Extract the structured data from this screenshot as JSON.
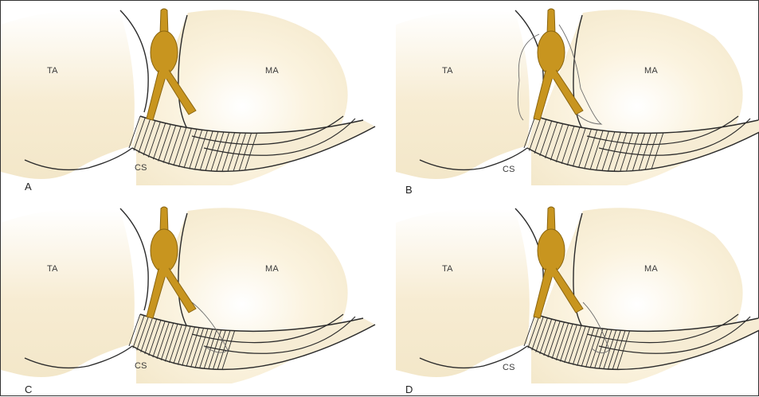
{
  "panels": [
    {
      "letter": "A",
      "region_left": "TA",
      "region_right": "MA",
      "sinus": "CS"
    },
    {
      "letter": "B",
      "region_left": "TA",
      "region_right": "MA",
      "sinus": "CS"
    },
    {
      "letter": "C",
      "region_left": "TA",
      "region_right": "MA",
      "sinus": "CS"
    },
    {
      "letter": "D",
      "region_left": "TA",
      "region_right": "MA",
      "sinus": "CS"
    }
  ],
  "colors": {
    "background_fill": "#f3e7c9",
    "vessel_fill": "#c8951f",
    "vessel_stroke": "#8a6510",
    "outline": "#2b2b2b"
  },
  "icons": [
    "vein-of-marshall-graphic",
    "coronary-sinus-graphic",
    "mitral-annulus-curve"
  ]
}
